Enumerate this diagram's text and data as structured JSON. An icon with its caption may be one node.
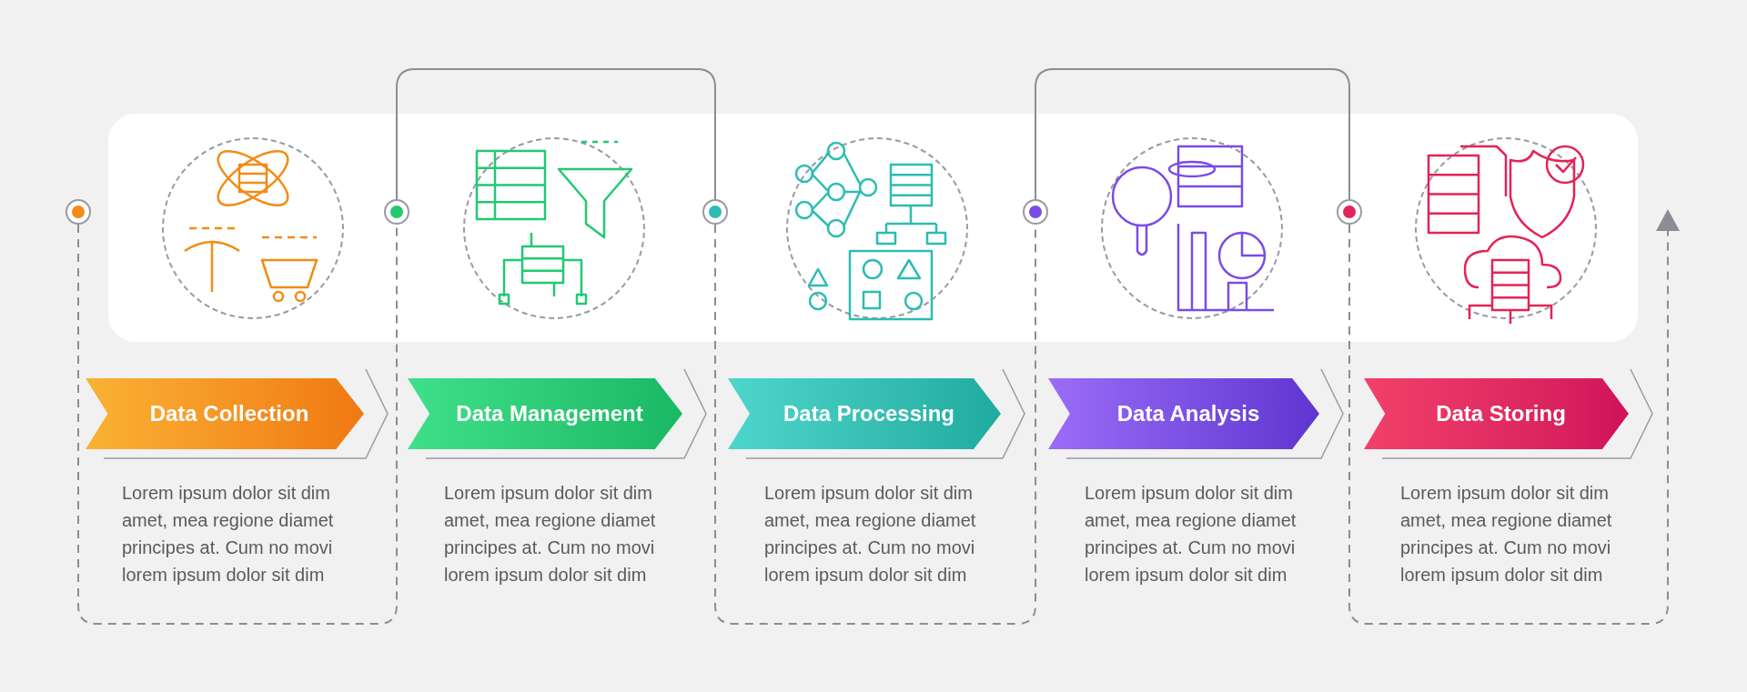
{
  "diagram": {
    "nodes": [
      {
        "text": [],
        "shape": "circle"
      },
      {
        "text": [],
        "shape": "circle"
      },
      {
        "text": [],
        "shape": "circle"
      },
      {
        "text": [],
        "shape": "circle"
      },
      {
        "text": [],
        "shape": "circle"
      },
      {
        "text": [
          "Data Collection"
        ],
        "beside": [
          "Lorem ipsum dolor sit dim amet, mea regione diamet principes at. Cum no movi lorem ipsum dolor sit dim"
        ]
      },
      {
        "text": [
          "Data Management"
        ],
        "beside": [
          "Lorem ipsum dolor sit dim amet, mea regione diamet principes at. Cum no movi lorem ipsum dolor sit dim"
        ]
      },
      {
        "text": [
          "Data Processing"
        ],
        "beside": [
          "Lorem ipsum dolor sit dim amet, mea regione diamet principes at. Cum no movi lorem ipsum dolor sit dim"
        ]
      },
      {
        "text": [
          "Data Analysis"
        ],
        "beside": [
          "Lorem ipsum dolor sit dim amet, mea regione diamet principes at. Cum no movi lorem ipsum dolor sit dim"
        ]
      },
      {
        "text": [
          "Data Storing"
        ],
        "beside": [
          "Lorem ipsum dolor sit dim amet, mea regione diamet principes at. Cum no movi lorem ipsum dolor sit dim"
        ]
      }
    ],
    "edges": [
      {
        "from": 0,
        "to": 1,
        "arrow": "none",
        "style": "dashed"
      },
      {
        "from": 1,
        "to": 2,
        "arrow": "none"
      },
      {
        "from": 2,
        "to": 3,
        "arrow": "none",
        "style": "dashed"
      },
      {
        "from": 3,
        "to": 4,
        "arrow": "none"
      },
      {
        "from": 4,
        "to": null,
        "arrow": "to",
        "style": "dashed"
      }
    ]
  }
}
